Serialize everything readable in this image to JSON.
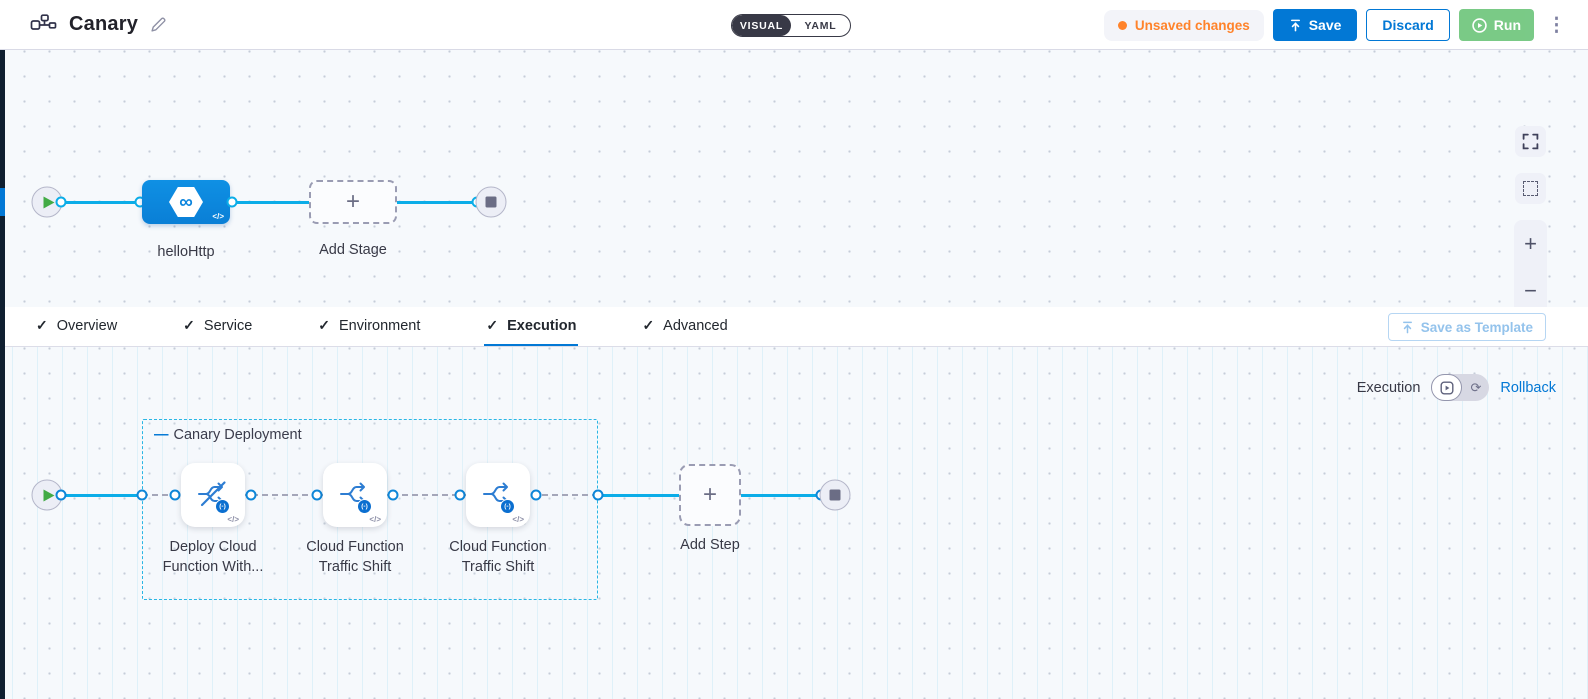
{
  "header": {
    "title": "Canary",
    "mode_visual": "VISUAL",
    "mode_yaml": "YAML",
    "unsaved_changes": "Unsaved changes",
    "save": "Save",
    "discard": "Discard",
    "run": "Run"
  },
  "stage_pipeline": {
    "stage_label": "helloHttp",
    "add_stage": "Add Stage"
  },
  "tabs": [
    {
      "label": "Overview"
    },
    {
      "label": "Service"
    },
    {
      "label": "Environment"
    },
    {
      "label": "Execution"
    },
    {
      "label": "Advanced"
    }
  ],
  "toolbar": {
    "save_as_template": "Save as Template"
  },
  "execution_view": {
    "execution_label": "Execution",
    "rollback_label": "Rollback",
    "group_title": "Canary Deployment",
    "steps": [
      {
        "label": "Deploy Cloud\nFunction With..."
      },
      {
        "label": "Cloud Function\nTraffic Shift"
      },
      {
        "label": "Cloud Function\nTraffic Shift"
      }
    ],
    "add_step": "Add Step",
    "step_badge": "(-)",
    "code_tag": "</>"
  },
  "icons": {
    "stage_glyph": "∞",
    "rollback_glyph": "⟳"
  },
  "colors": {
    "accent_blue": "#0278d5",
    "line_cyan": "#0bade8",
    "play_green": "#42ab45",
    "warn_orange": "#ff832b",
    "group_border": "#2ab6e4"
  }
}
